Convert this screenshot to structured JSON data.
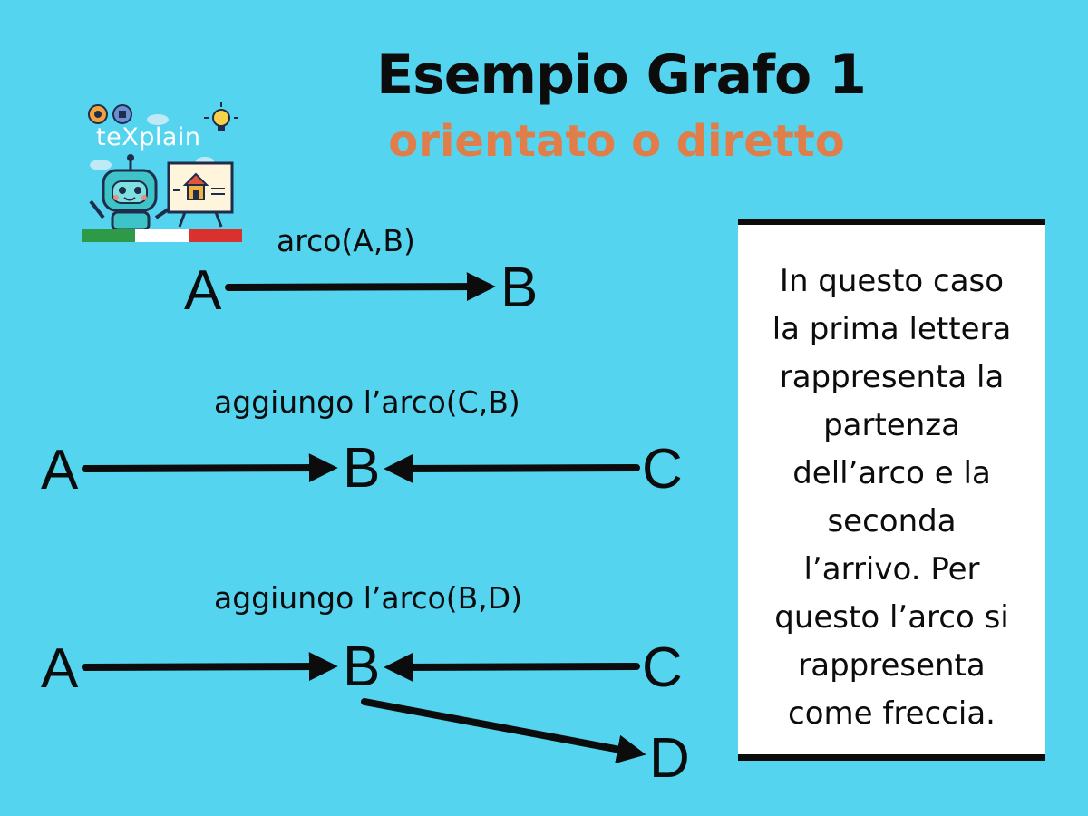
{
  "title": "Esempio Grafo 1",
  "subtitle": "orientato o diretto",
  "logo": {
    "text": "teXplain",
    "icon": "robot-teacher-icon",
    "flag_colors": [
      "#2e9a48",
      "#ffffff",
      "#d8312e"
    ]
  },
  "diagrams": [
    {
      "label": "arco(A,B)",
      "nodes": {
        "A": "A",
        "B": "B"
      },
      "edges": [
        [
          "A",
          "B"
        ]
      ]
    },
    {
      "label": "aggiungo l’arco(C,B)",
      "nodes": {
        "A": "A",
        "B": "B",
        "C": "C"
      },
      "edges": [
        [
          "A",
          "B"
        ],
        [
          "C",
          "B"
        ]
      ]
    },
    {
      "label": "aggiungo l’arco(B,D)",
      "nodes": {
        "A": "A",
        "B": "B",
        "C": "C",
        "D": "D"
      },
      "edges": [
        [
          "A",
          "B"
        ],
        [
          "C",
          "B"
        ],
        [
          "B",
          "D"
        ]
      ]
    }
  ],
  "note": {
    "lines": [
      "In questo caso",
      "la prima lettera",
      "rappresenta la",
      "partenza",
      "dell’arco e la",
      "seconda",
      "l’arrivo. Per",
      "questo l’arco si",
      "rappresenta",
      "come freccia."
    ]
  },
  "colors": {
    "background": "#55d4ef",
    "title": "#0c0c0c",
    "subtitle": "#e07d48",
    "ink": "#0c0c0c",
    "note_bg": "#ffffff"
  }
}
